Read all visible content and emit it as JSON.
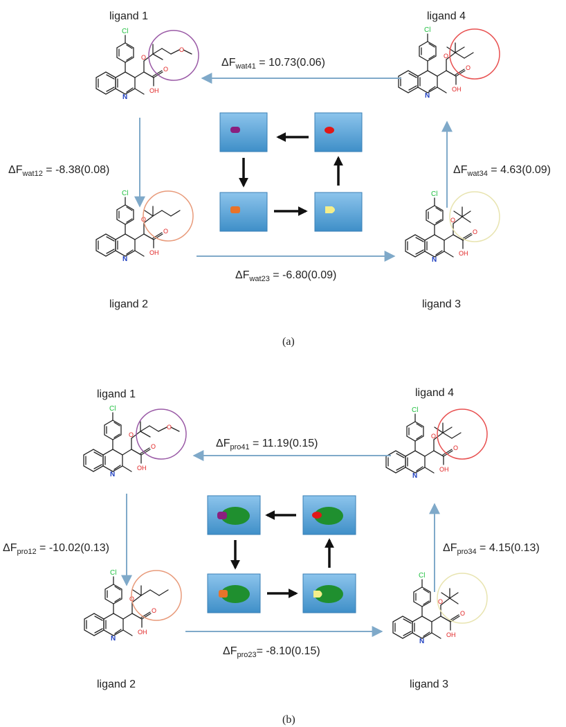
{
  "colors": {
    "arrow": "#7fa9c9",
    "box_top": "#8cc4ec",
    "box_bottom": "#3f8fc8",
    "protein": "#1f8f2f",
    "ligand1": "#8a1f7f",
    "ligand2": "#e8732a",
    "ligand3": "#f4ee8a",
    "ligand4": "#e01818",
    "circle1": "#9a5aa6",
    "circle2": "#e89a7a",
    "circle3": "#e8e4b0",
    "circle4": "#e85050"
  },
  "panel_a": {
    "ligand_labels": [
      "ligand 1",
      "ligand 2",
      "ligand 3",
      "ligand 4"
    ],
    "edges": {
      "e41": {
        "prefix": "ΔF",
        "sub": "wat41",
        "value": " = 10.73(0.06)"
      },
      "e12": {
        "prefix": "ΔF",
        "sub": "wat12",
        "value": " = -8.38(0.08)"
      },
      "e34": {
        "prefix": "ΔF",
        "sub": "wat34",
        "value": " = 4.63(0.09)"
      },
      "e23": {
        "prefix": "ΔF",
        "sub": "wat23",
        "value": " = -6.80(0.09)"
      }
    },
    "caption": "(a)"
  },
  "panel_b": {
    "ligand_labels": [
      "ligand 1",
      "ligand 2",
      "ligand 3",
      "ligand 4"
    ],
    "edges": {
      "e41": {
        "prefix": "ΔF",
        "sub": "pro41",
        "value": " = 11.19(0.15)"
      },
      "e12": {
        "prefix": "ΔF",
        "sub": "pro12",
        "value": " = -10.02(0.13)"
      },
      "e34": {
        "prefix": "ΔF",
        "sub": "pro34",
        "value": " = 4.15(0.13)"
      },
      "e23": {
        "prefix": "ΔF",
        "sub": "pro23",
        "value": "= -8.10(0.15)"
      }
    },
    "caption": "(b)"
  },
  "atoms": {
    "cl": "Cl",
    "o": "O",
    "oh": "OH",
    "n": "N"
  }
}
